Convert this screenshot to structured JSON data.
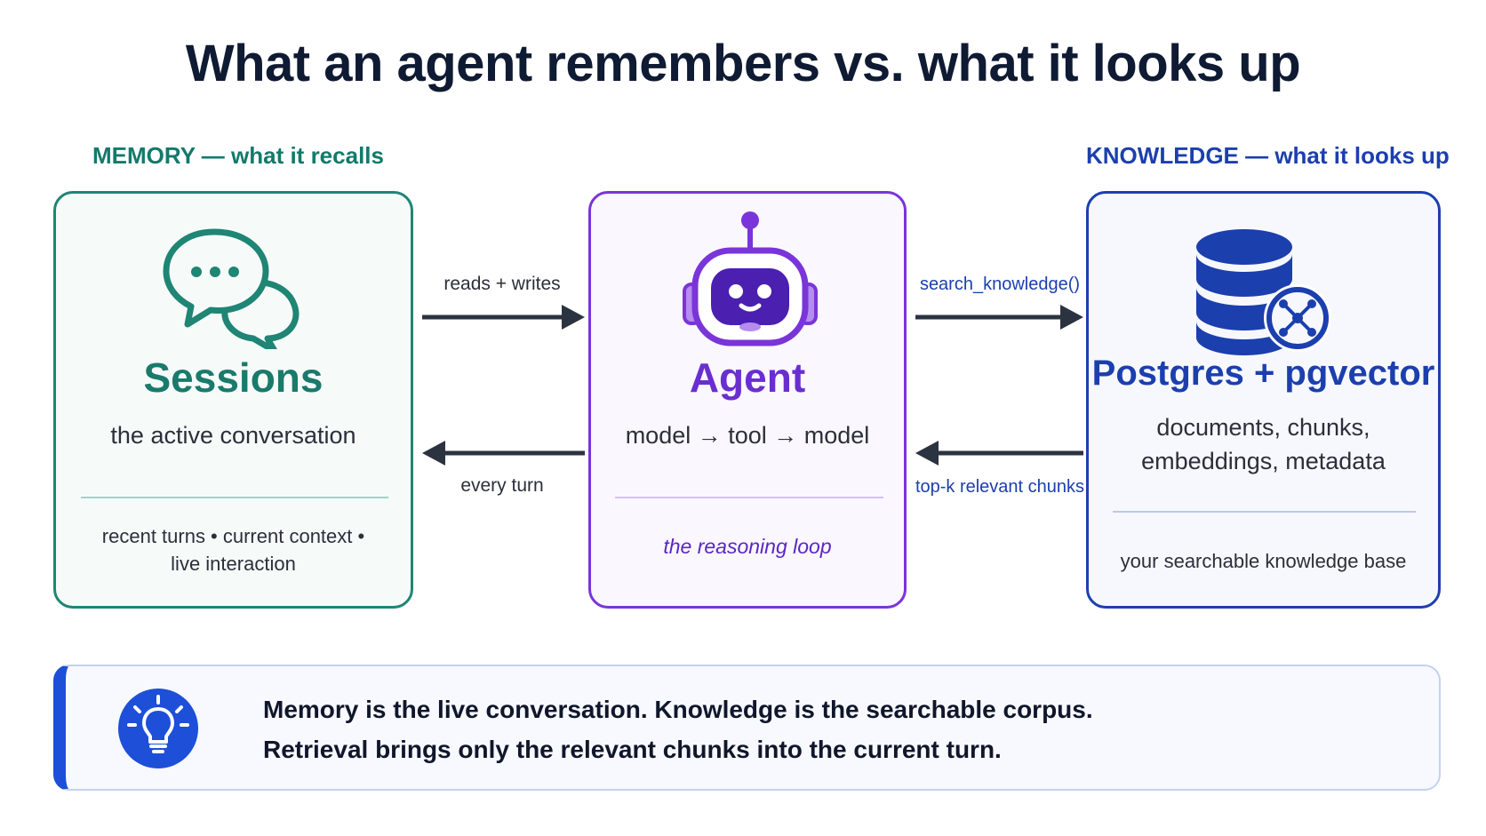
{
  "title": "What an agent remembers vs. what it looks up",
  "memory": {
    "section_label": "MEMORY — what it recalls",
    "title": "Sessions",
    "subtitle": "the active conversation",
    "footer_line1": "recent turns • current context •",
    "footer_line2": "live interaction",
    "icon": "chat-bubbles-icon",
    "color": "#1f8574"
  },
  "agent": {
    "title": "Agent",
    "subtitle": "model → tool → model",
    "footer": "the reasoning loop",
    "icon": "robot-icon",
    "color": "#7a35d9"
  },
  "knowledge": {
    "section_label": "KNOWLEDGE — what it looks up",
    "title": "Postgres + pgvector",
    "subtitle_line1": "documents, chunks,",
    "subtitle_line2": "embeddings, metadata",
    "footer": "your searchable knowledge base",
    "icon": "database-vector-icon",
    "color": "#1d3fae"
  },
  "arrows": {
    "memory_to_agent": "reads + writes",
    "agent_to_memory": "every turn",
    "agent_to_knowledge": "search_knowledge()",
    "knowledge_to_agent": "top-k relevant chunks"
  },
  "callout": {
    "icon": "lightbulb-icon",
    "line1": "Memory is the live conversation. Knowledge is the searchable corpus.",
    "line2": "Retrieval brings only the relevant chunks into the current turn.",
    "accent": "#1d4fd8"
  }
}
